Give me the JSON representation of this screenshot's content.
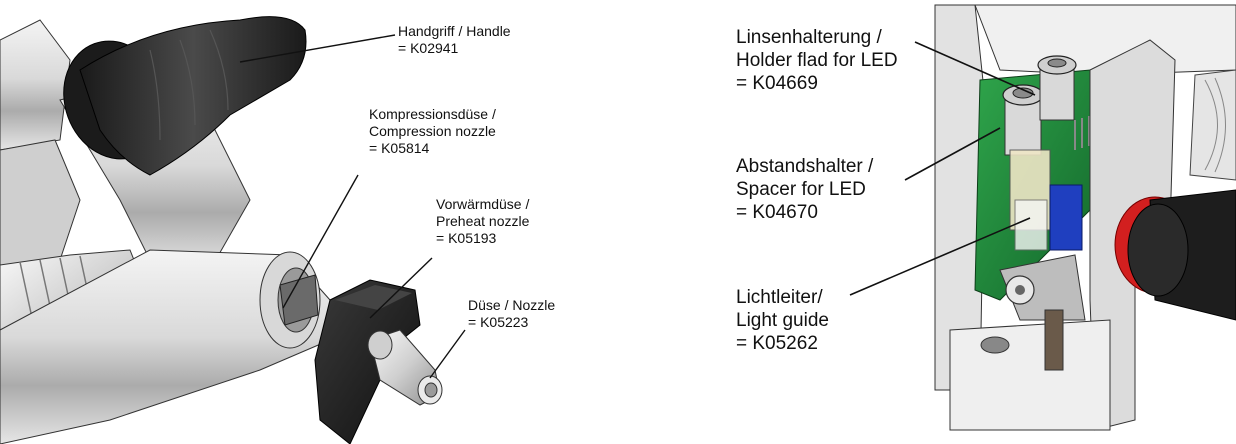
{
  "left_figure": {
    "callouts": [
      {
        "id": "handle",
        "lines": [
          "Handgriff / Handle",
          "= K02941"
        ]
      },
      {
        "id": "compression",
        "lines": [
          "Kompressionsdüse /",
          "Compression nozzle",
          "= K05814"
        ]
      },
      {
        "id": "preheat",
        "lines": [
          "Vorwärmdüse /",
          "Preheat nozzle",
          "= K05193"
        ]
      },
      {
        "id": "nozzle",
        "lines": [
          "Düse / Nozzle",
          "= K05223"
        ]
      }
    ]
  },
  "right_figure": {
    "callouts": [
      {
        "id": "lens-holder",
        "lines": [
          "Linsenhalterung /",
          "Holder flad for LED",
          "= K04669"
        ]
      },
      {
        "id": "spacer",
        "lines": [
          "Abstandshalter /",
          "Spacer for LED",
          "= K04670"
        ]
      },
      {
        "id": "light-guide",
        "lines": [
          "Lichtleiter/",
          "Light guide",
          "= K05262"
        ]
      }
    ]
  },
  "colors": {
    "line": "#111111",
    "metal_light": "#e8e8e8",
    "metal_mid": "#bdbdbd",
    "metal_dark": "#7a7a7a",
    "rubber": "#2b2b2b",
    "pcb_green": "#1f8a3a",
    "blue_part": "#1f3fbf",
    "red_ring": "#d21f1f"
  }
}
